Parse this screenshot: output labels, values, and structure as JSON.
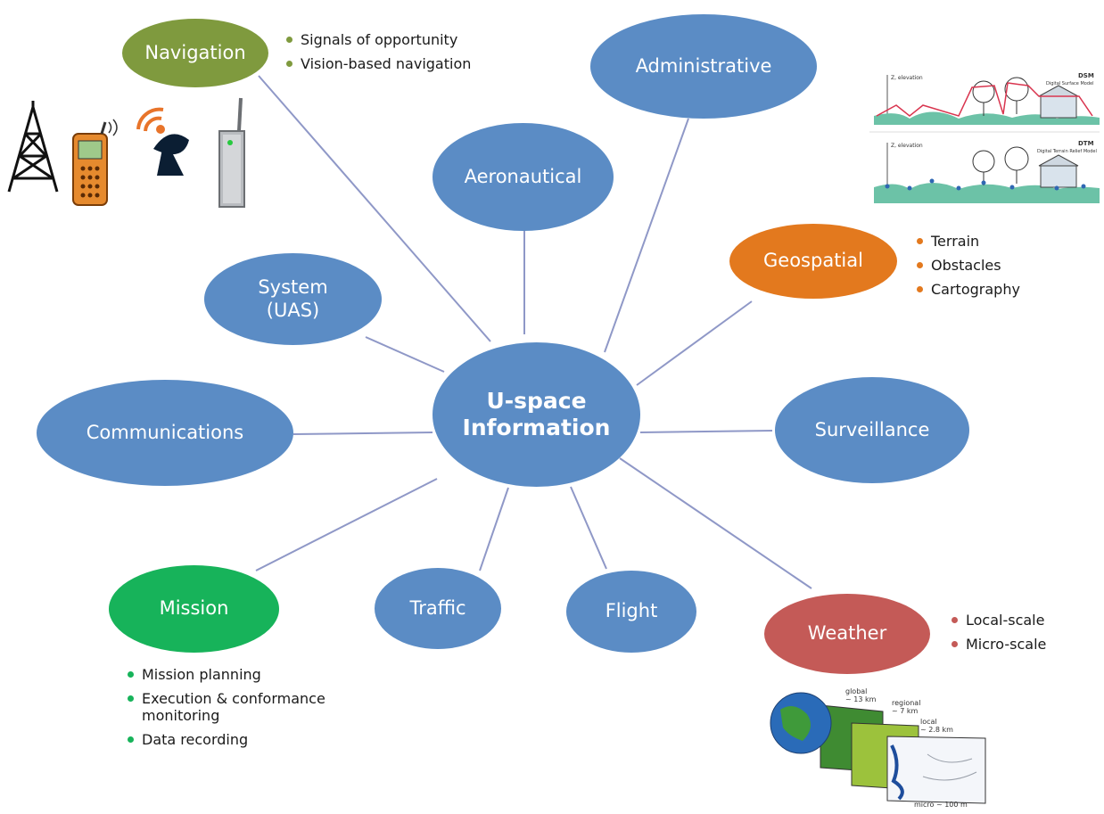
{
  "center": {
    "line1": "U-space",
    "line2": "Information"
  },
  "nodes": {
    "navigation": "Navigation",
    "administrative": "Administrative",
    "aeronautical": "Aeronautical",
    "geospatial": "Geospatial",
    "system_line1": "System",
    "system_line2": "(UAS)",
    "communications": "Communications",
    "surveillance": "Surveillance",
    "mission": "Mission",
    "traffic": "Traffic",
    "flight": "Flight",
    "weather": "Weather"
  },
  "bullets": {
    "navigation": [
      "Signals of opportunity",
      "Vision-based navigation"
    ],
    "geospatial": [
      "Terrain",
      "Obstacles",
      "Cartography"
    ],
    "weather": [
      "Local-scale",
      "Micro-scale"
    ],
    "mission": [
      "Mission planning",
      "Execution & conformance monitoring",
      "Data recording"
    ]
  },
  "colors": {
    "blue": "#5b8cc5",
    "navigation": "#7f9a3e",
    "geospatial": "#e3791e",
    "mission": "#17b35a",
    "weather": "#c45a57",
    "connector": "#8f98c7"
  },
  "illustrations": {
    "terrain_models": {
      "dsm_label": "DSM",
      "dsm_caption": "Digital Surface Model",
      "dtm_label": "DTM",
      "dtm_caption": "Digital Terrain Relief Model",
      "axis_label": "Z, elevation"
    },
    "weather_models": {
      "global": "global",
      "global_res": "~ 13 km",
      "regional": "regional",
      "regional_res": "~ 7 km",
      "local": "local",
      "local_res": "~ 2.8 km",
      "micro": "micro ~ 100 m"
    },
    "nav_icons": [
      "radio-tower-icon",
      "mobile-phone-icon",
      "satellite-dish-icon",
      "wifi-router-icon"
    ]
  }
}
